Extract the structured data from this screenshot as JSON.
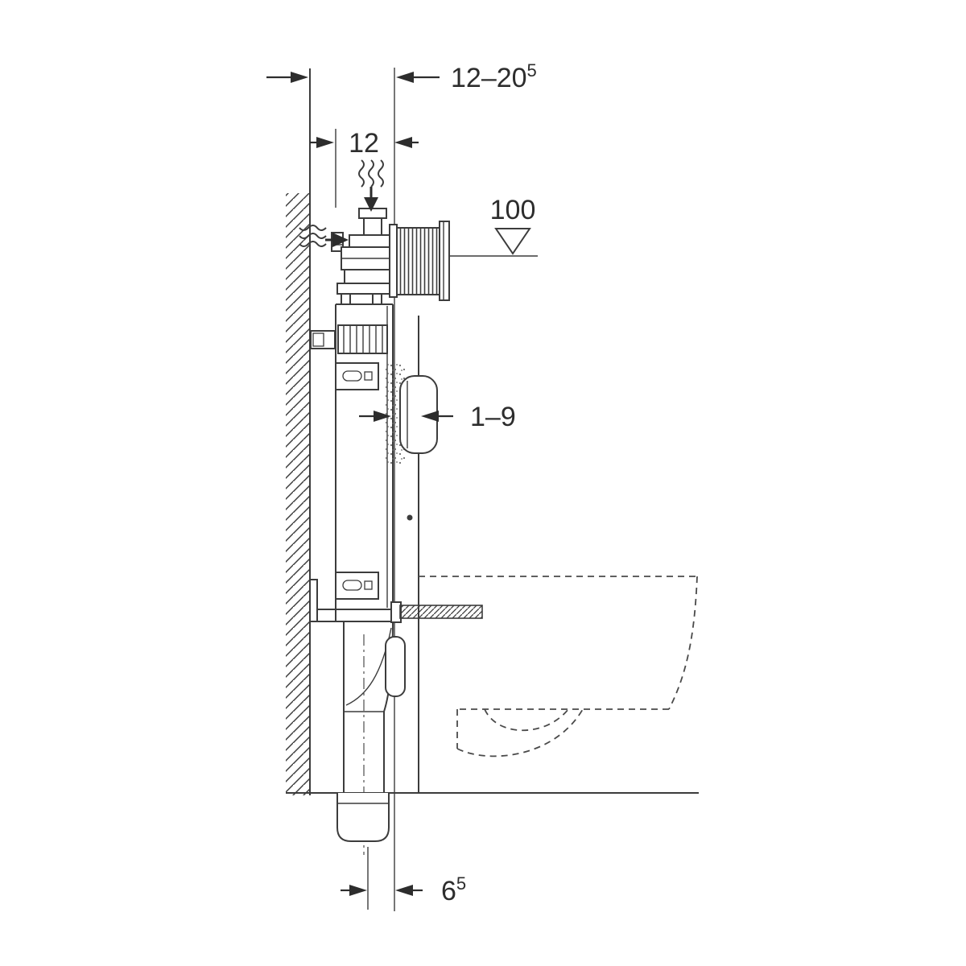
{
  "dimensions": {
    "top_width": {
      "value": "12–20",
      "sup": "5"
    },
    "frame_depth": {
      "value": "12"
    },
    "installation_height": {
      "value": "100"
    },
    "wall_finish_thickness": {
      "value": "1–9"
    },
    "outlet_offset": {
      "value": "6",
      "sup": "5"
    }
  },
  "symbols": {
    "level_marker": "inverted-triangle",
    "water_supply_top": "wavy-lines-arrow-down",
    "water_supply_side": "wavy-lines-arrow-right"
  },
  "colors": {
    "line": "#3c3c3c",
    "text": "#2d2d2d",
    "background": "#ffffff"
  }
}
